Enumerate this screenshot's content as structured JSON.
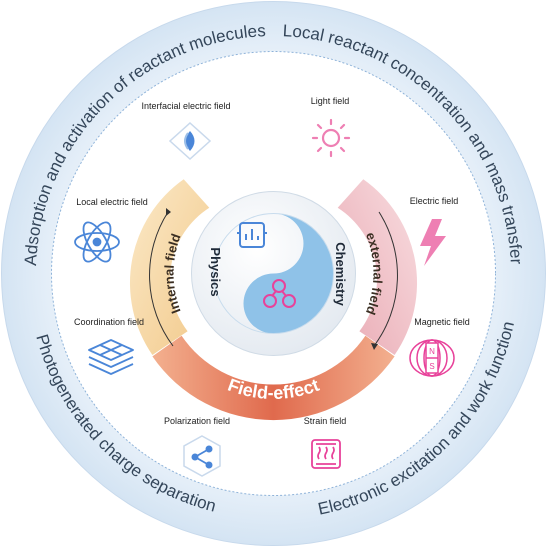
{
  "outer_ring": {
    "top_left": "Adsorption and activation of reactant molecules",
    "top_right": "Local reactant concentration and mass transfer",
    "bottom_left": "Photogenerated charge separation",
    "bottom_right": "Electronic excitation and work function"
  },
  "fields": {
    "interfacial": "Interfacial electric field",
    "light": "Light field",
    "local_electric": "Local electric field",
    "electric": "Electric field",
    "coordination": "Coordination field",
    "magnetic": "Magnetic field",
    "polarization": "Polarization field",
    "strain": "Strain field"
  },
  "arcs": {
    "internal": "Internal field",
    "external": "external field",
    "bottom": "Field-effect"
  },
  "center": {
    "physics": "Physics",
    "chemistry": "Chemistry"
  },
  "icons": {
    "magnet_n": "N",
    "magnet_s": "S"
  },
  "colors": {
    "outer_ring": "#dbe9f6",
    "internal_arc": "#f6d9a6",
    "external_arc": "#f2c2c8",
    "bottom_arc": "#e6795a",
    "center_blue": "#8fc2e8",
    "icon_blue": "#4a86d8",
    "icon_pink": "#ee7fb3",
    "icon_magenta": "#e8429a"
  }
}
